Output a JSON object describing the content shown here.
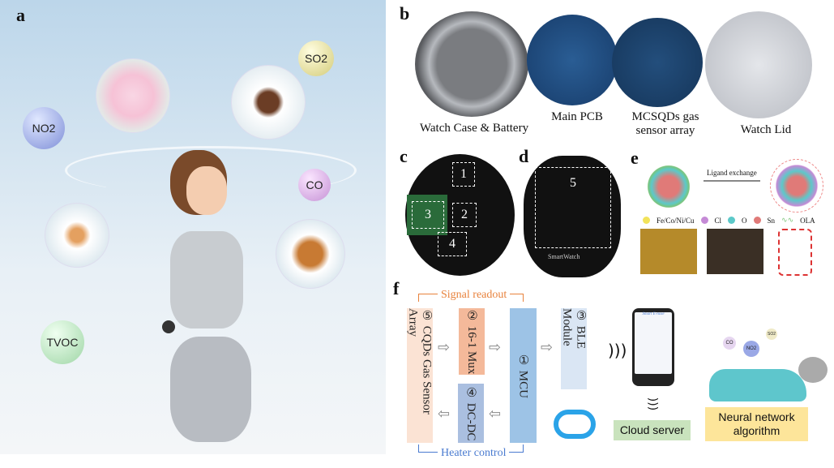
{
  "panels": {
    "a": "a",
    "b": "b",
    "c": "c",
    "d": "d",
    "e": "e",
    "f": "f"
  },
  "panel_a": {
    "gases": {
      "no2": "NO2",
      "so2": "SO2",
      "co": "CO",
      "tvoc": "TVOC"
    }
  },
  "panel_b": {
    "labels": {
      "case": "Watch Case & Battery",
      "pcb": "Main PCB",
      "array": "MCSQDs gas sensor array",
      "lid": "Watch Lid"
    }
  },
  "panel_c": {
    "markers": [
      "1",
      "2",
      "3",
      "4"
    ]
  },
  "panel_d": {
    "marker": "5",
    "board_text": "SmartWatch"
  },
  "panel_e": {
    "process": "Ligand exchange",
    "legend": [
      "Fe/Co/Ni/Cu",
      "Cl",
      "O",
      "Sn",
      "OLA"
    ],
    "legend_colors": [
      "#f2e35a",
      "#c58ad6",
      "#5cc9c9",
      "#e07a78",
      "#7cc47a"
    ]
  },
  "panel_f": {
    "signal_readout": "Signal readout",
    "heater_control": "Heater control",
    "blocks": {
      "sensor": "⑤ CQDs Gas Sensor Array",
      "mux": "② 16-1 Mux",
      "mcu": "① MCU",
      "ble": "③ BLE Module",
      "dcdc": "④ DC-DC"
    },
    "phone_title": "Smart E-nose",
    "cloud": "Cloud server",
    "nn": "Neural network algorithm",
    "car_gases": [
      "CO",
      "NO2",
      "SO2"
    ],
    "colors": {
      "sensor": "#fbe3d4",
      "mux": "#f4b99a",
      "mcu": "#9dc3e6",
      "ble": "#dae6f4",
      "dcdc": "#aabfe0",
      "cloud": "#c9e3bd",
      "nn": "#fde59a",
      "readout": "#e8823c",
      "heater": "#4a7bd0"
    }
  }
}
